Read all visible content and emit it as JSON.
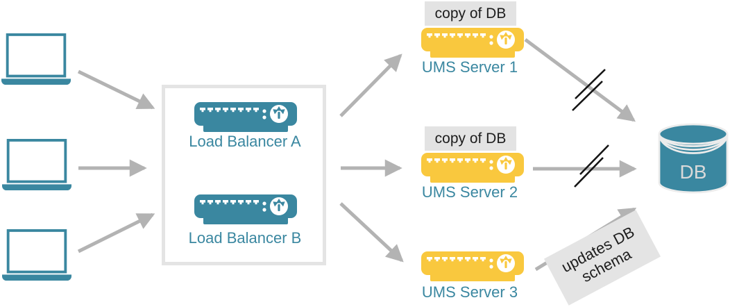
{
  "load_balancer_group": {
    "items": [
      {
        "label": "Load Balancer A"
      },
      {
        "label": "Load Balancer B"
      }
    ]
  },
  "ums_servers": [
    {
      "label": "UMS Server 1",
      "badge": "copy of DB"
    },
    {
      "label": "UMS Server 2",
      "badge": "copy of DB"
    },
    {
      "label": "UMS Server 3"
    }
  ],
  "database": {
    "label": "DB"
  },
  "annotations": {
    "updates_schema_line1": "updates DB",
    "updates_schema_line2": "schema"
  },
  "icons": {
    "client": "laptop-icon",
    "load_balancer": "network-switch-icon",
    "ums_server": "network-switch-icon",
    "database": "database-cylinder-icon",
    "broken_connection": "double-slash-break-marks"
  },
  "colors": {
    "teal": "#3a87a0",
    "yellow": "#f9c83e",
    "arrow_gray": "#b3b3b3",
    "label_background": "#e3e3e3",
    "break_mark": "#151515",
    "box_border": "#e4e4e4"
  }
}
